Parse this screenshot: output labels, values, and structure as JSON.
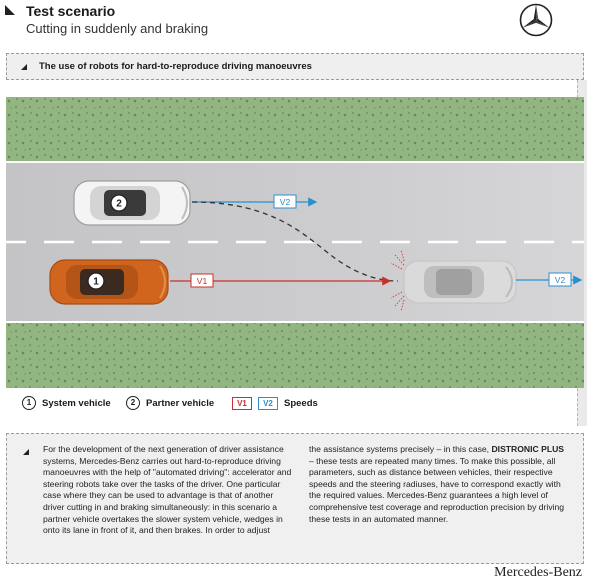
{
  "header": {
    "title": "Test scenario",
    "subtitle": "Cutting in suddenly and braking"
  },
  "banner": {
    "text": "The use of robots for hard-to-reproduce driving manoeuvres"
  },
  "scene": {
    "vehicles": [
      {
        "number": "1",
        "name": "System vehicle",
        "color": "#d2651d"
      },
      {
        "number": "2",
        "name": "Partner vehicle",
        "color": "#f2f2f2"
      }
    ],
    "speed_labels": {
      "v1": "V1",
      "v2": "V2"
    },
    "colors": {
      "grass": "#93b582",
      "road": "#c8c8ca",
      "v1": "#c9302c",
      "v2": "#2a8fd0"
    }
  },
  "legend": {
    "vehicle1_number": "1",
    "vehicle1_label": "System vehicle",
    "vehicle2_number": "2",
    "vehicle2_label": "Partner vehicle",
    "v1": "V1",
    "v2": "V2",
    "speeds_label": "Speeds"
  },
  "body": {
    "col1": "For the development of the next generation of driver assistance systems, Mercedes-Benz carries out hard-to-reproduce driving manoeuvres with the help of \"automated driving\": accelerator and steering robots take over the tasks of the driver. One particular case where they can be used to advantage is that of another driver cutting in and braking simultaneously: in this scenario a partner vehicle overtakes the slower system vehicle, wedges in onto its lane in front of it, and then brakes. In order to adjust",
    "col2_before": "the assistance systems precisely – in this case, ",
    "col2_bold": "DISTRONIC PLUS",
    "col2_after": " – these tests are repeated many times. To make this possible, all parameters, such as distance between vehicles, their respective speeds and the steering radiuses, have to correspond exactly with the required values. Mercedes-Benz guarantees a high level of comprehensive test coverage and reproduction precision by driving these tests in an automated manner."
  },
  "brand": "Mercedes-Benz"
}
